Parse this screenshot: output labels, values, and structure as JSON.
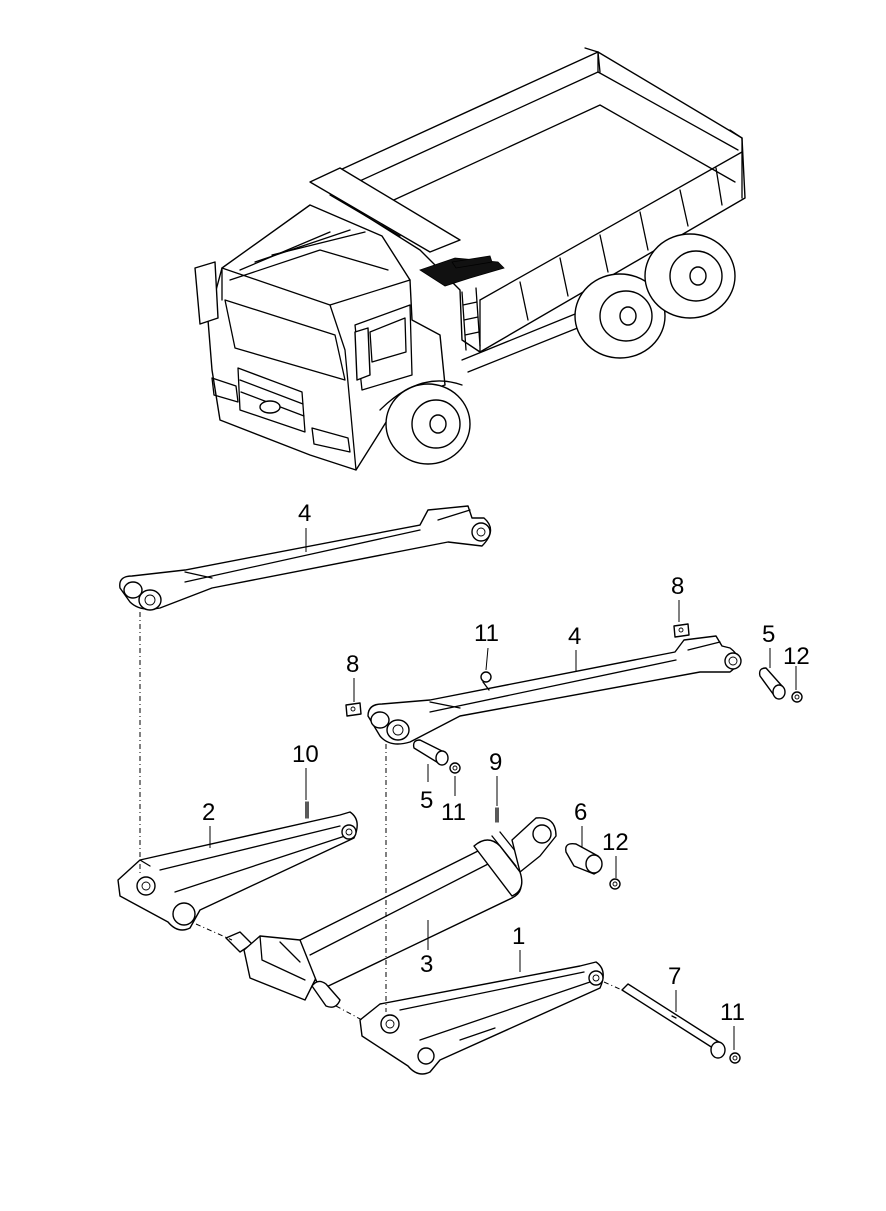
{
  "callouts": [
    {
      "id": "c4a",
      "label": "4"
    },
    {
      "id": "c8a",
      "label": "8"
    },
    {
      "id": "c11a",
      "label": "11"
    },
    {
      "id": "c4b",
      "label": "4"
    },
    {
      "id": "c5a",
      "label": "5"
    },
    {
      "id": "c12a",
      "label": "12"
    },
    {
      "id": "c8b",
      "label": "8"
    },
    {
      "id": "c10",
      "label": "10"
    },
    {
      "id": "c9",
      "label": "9"
    },
    {
      "id": "c5b",
      "label": "5"
    },
    {
      "id": "c11b",
      "label": "11"
    },
    {
      "id": "c2",
      "label": "2"
    },
    {
      "id": "c6",
      "label": "6"
    },
    {
      "id": "c12b",
      "label": "12"
    },
    {
      "id": "c3",
      "label": "3"
    },
    {
      "id": "c1",
      "label": "1"
    },
    {
      "id": "c7",
      "label": "7"
    },
    {
      "id": "c11c",
      "label": "11"
    }
  ]
}
